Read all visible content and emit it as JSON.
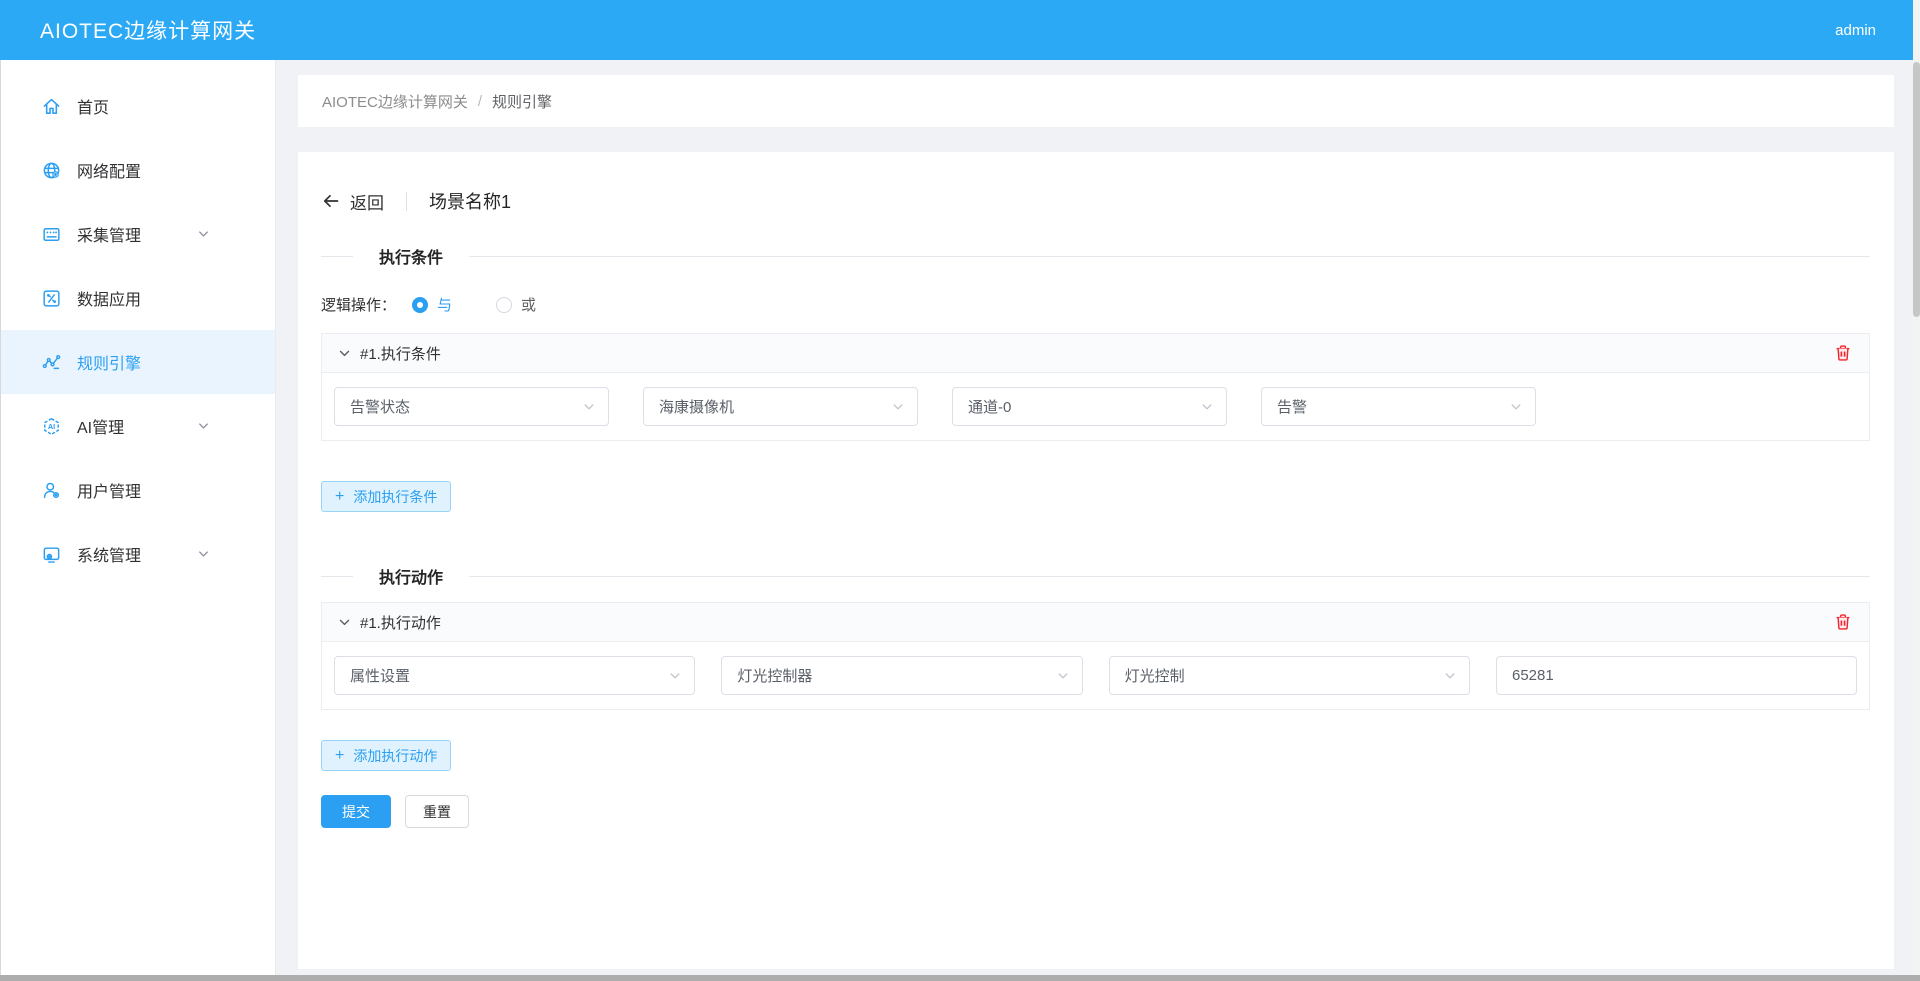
{
  "header": {
    "title": "AIOTEC边缘计算网关",
    "user": "admin"
  },
  "sidebar": {
    "items": [
      {
        "label": "首页",
        "icon": "home-icon",
        "active": false,
        "expandable": false
      },
      {
        "label": "网络配置",
        "icon": "network-icon",
        "active": false,
        "expandable": false
      },
      {
        "label": "采集管理",
        "icon": "collection-icon",
        "active": false,
        "expandable": true
      },
      {
        "label": "数据应用",
        "icon": "data-app-icon",
        "active": false,
        "expandable": false
      },
      {
        "label": "规则引擎",
        "icon": "rule-engine-icon",
        "active": true,
        "expandable": false
      },
      {
        "label": "AI管理",
        "icon": "ai-icon",
        "active": false,
        "expandable": true
      },
      {
        "label": "用户管理",
        "icon": "user-icon",
        "active": false,
        "expandable": false
      },
      {
        "label": "系统管理",
        "icon": "system-icon",
        "active": false,
        "expandable": true
      }
    ]
  },
  "breadcrumb": {
    "root": "AIOTEC边缘计算网关",
    "separator": "/",
    "current": "规则引擎"
  },
  "page": {
    "back_label": "返回",
    "scene_title": "场景名称1",
    "condition": {
      "divider_title": "执行条件",
      "logic_label": "逻辑操作：",
      "logic_and": "与",
      "logic_or": "或",
      "panel_title": "#1.执行条件",
      "selects": [
        "告警状态",
        "海康摄像机",
        "通道-0",
        "告警"
      ],
      "add_plus": "+",
      "add_label": "添加执行条件"
    },
    "action": {
      "divider_title": "执行动作",
      "panel_title": "#1.执行动作",
      "selects": [
        "属性设置",
        "灯光控制器",
        "灯光控制"
      ],
      "input_value": "65281",
      "add_plus": "+",
      "add_label": "添加执行动作"
    },
    "submit_label": "提交",
    "reset_label": "重置"
  },
  "colors": {
    "header_bg": "#2BA9F5",
    "accent": "#2B9FF2",
    "active_item_bg": "#EAF4FE",
    "danger": "#F5222D",
    "page_bg": "#F0F2F5"
  }
}
